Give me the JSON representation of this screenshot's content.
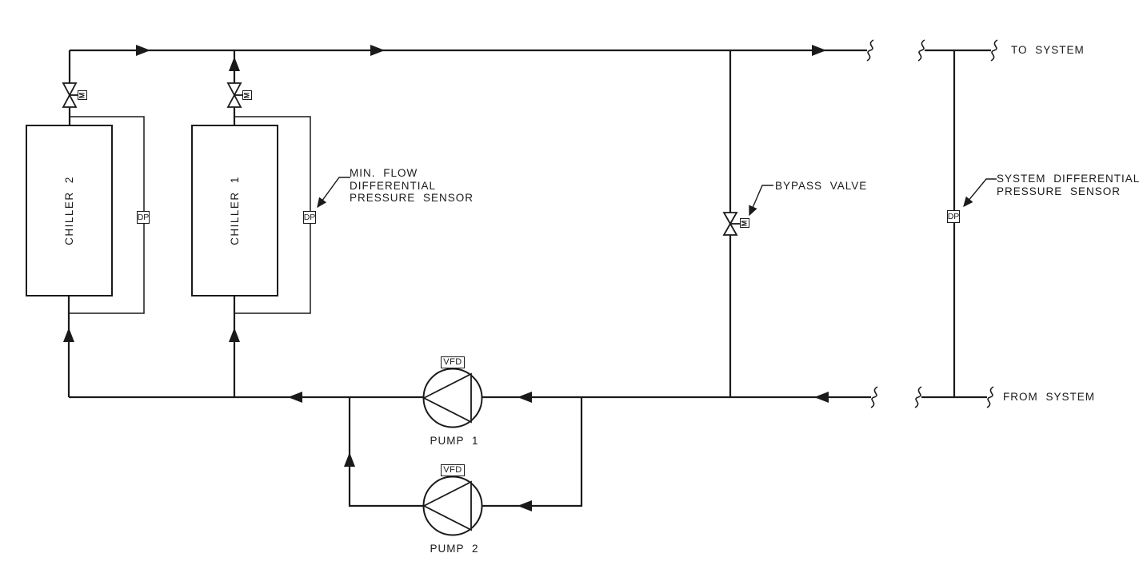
{
  "diagram": {
    "type": "chiller-plant-piping-schematic",
    "colors": {
      "line": "#1a1a1a",
      "background": "#ffffff"
    }
  },
  "system": {
    "to_label": "TO SYSTEM",
    "from_label": "FROM SYSTEM"
  },
  "chillers": {
    "chiller_1": {
      "name": "CHILLER 1"
    },
    "chiller_2": {
      "name": "CHILLER 2"
    }
  },
  "pumps": {
    "pump_1": {
      "name": "PUMP 1",
      "drive": "VFD"
    },
    "pump_2": {
      "name": "PUMP 2",
      "drive": "VFD"
    }
  },
  "valves": {
    "bypass": {
      "label": "BYPASS VALVE",
      "actuator": "M"
    },
    "chiller_1_isolation": {
      "actuator": "M"
    },
    "chiller_2_isolation": {
      "actuator": "M"
    }
  },
  "sensors": {
    "chiller_2_dp": {
      "tag": "DP"
    },
    "min_flow_dp": {
      "tag": "DP",
      "label_line1": "MIN. FLOW",
      "label_line2": "DIFFERENTIAL",
      "label_line3": "PRESSURE SENSOR"
    },
    "system_dp": {
      "tag": "DP",
      "label_line1": "SYSTEM DIFFERENTIAL",
      "label_line2": "PRESSURE SENSOR"
    }
  }
}
